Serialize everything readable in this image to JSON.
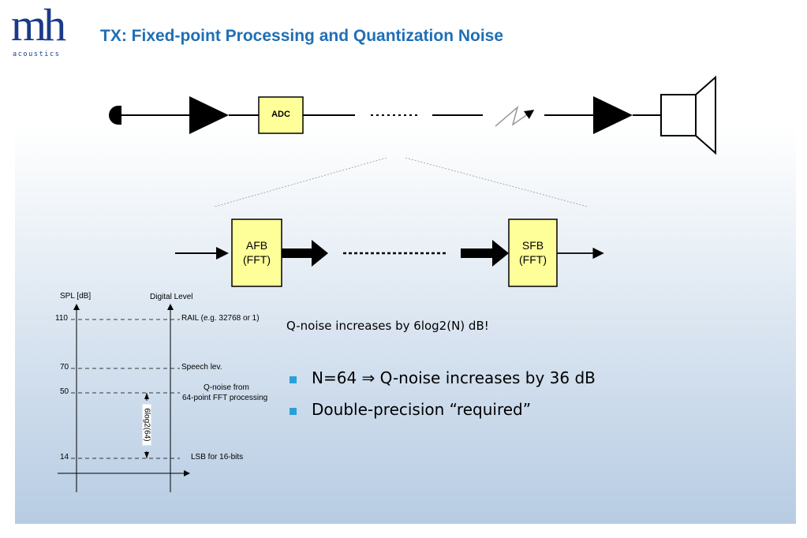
{
  "header": {
    "logo_text": "mh",
    "logo_sub": "acoustics",
    "title": "TX: Fixed-point Processing and Quantization Noise"
  },
  "chain": {
    "adc": "ADC",
    "dots": "......"
  },
  "filterbank": {
    "afb_line1": "AFB",
    "afb_line2": "(FFT)",
    "sfb_line1": "SFB",
    "sfb_line2": "(FFT)"
  },
  "levels": {
    "spl_axis": "SPL [dB]",
    "digital_axis": "Digital Level",
    "rows": [
      {
        "spl": "110",
        "label": "RAIL (e.g. 32768 or 1)"
      },
      {
        "spl": "70",
        "label": "Speech lev."
      },
      {
        "spl": "50",
        "label_line1": "Q-noise from",
        "label_line2": "64-point FFT processing"
      },
      {
        "spl": "14",
        "label": "LSB for 16-bits"
      }
    ],
    "span_label": "6log2(64)"
  },
  "text": {
    "statement": "Q-noise increases by 6log2(N) dB!",
    "bullets": [
      "N=64 ⇒ Q-noise increases by 36 dB",
      "Double-precision “required”"
    ]
  },
  "colors": {
    "title": "#1f6fb5",
    "box_fill": "#ffff99",
    "bullet": "#2aa0d8",
    "logo": "#1a3a8a"
  }
}
